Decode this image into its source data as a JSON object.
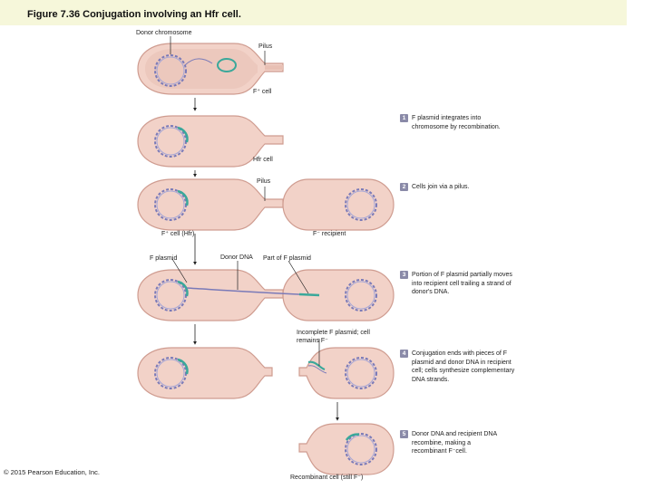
{
  "title": "Figure 7.36 Conjugation involving an Hfr cell.",
  "labels": {
    "donor_chromosome": "Donor chromosome",
    "pilus_1": "Pilus",
    "f_plus_cell": "F⁺ cell",
    "hfr_cell": "Hfr cell",
    "pilus_2": "Pilus",
    "f_plus_cell_hfr": "F⁺ cell (Hfr)",
    "f_minus_recipient": "F⁻ recipient",
    "f_plasmid": "F plasmid",
    "donor_dna": "Donor DNA",
    "part_of_f_plasmid": "Part of F plasmid",
    "incomplete_f_plasmid": "Incomplete F plasmid; cell remains F⁻",
    "recombinant_cell": "Recombinant cell (still F⁻)"
  },
  "steps": [
    {
      "number": "1",
      "text": "F plasmid integrates into chromosome by recombination."
    },
    {
      "number": "2",
      "text": "Cells join via a pilus."
    },
    {
      "number": "3",
      "text": "Portion of F plasmid partially moves into recipient cell trailing a strand of donor's DNA."
    },
    {
      "number": "4",
      "text": "Conjugation ends with pieces of F plasmid and donor DNA in recipient cell; cells synthesize complementary DNA strands."
    },
    {
      "number": "5",
      "text": "Donor DNA and recipient DNA recombine, making a recombinant F⁻cell."
    }
  ],
  "copyright": "© 2015 Pearson Education, Inc.",
  "colors": {
    "cell_fill": "#f2d2c8",
    "cell_inner": "#e2b6aa",
    "chromosome": "#7a7ab8",
    "plasmid": "#3aa89a",
    "badge": "#8a8aa8",
    "header": "#f6f7da"
  }
}
